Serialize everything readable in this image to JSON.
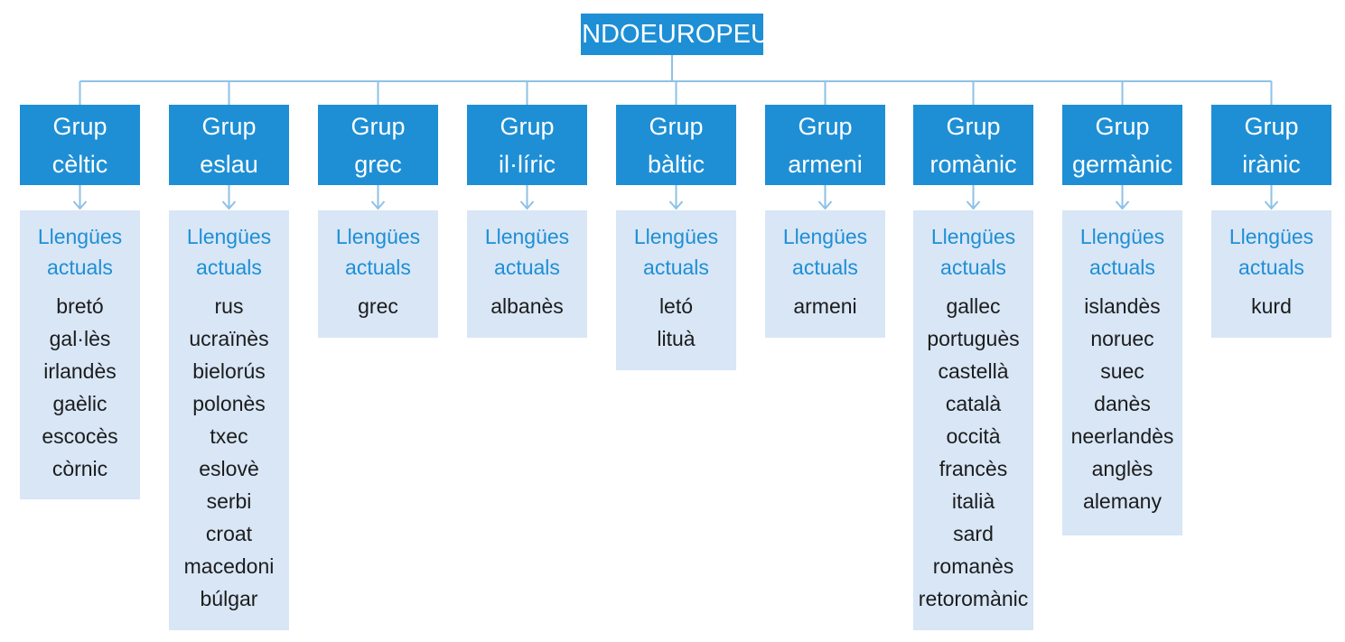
{
  "root": {
    "label": "INDOEUROPEU"
  },
  "colors": {
    "accent": "#1e8fd5",
    "box_fill": "#d8e6f6",
    "text": "#1c1c1c"
  },
  "groups": [
    {
      "id": "celtic",
      "line1": "Grup",
      "line2": "cèltic",
      "heading1": "Llengües",
      "heading2": "actuals",
      "languages": [
        "bretó",
        "gal·lès",
        "irlandès",
        "gaèlic",
        "escocès",
        "còrnic"
      ]
    },
    {
      "id": "eslau",
      "line1": "Grup",
      "line2": "eslau",
      "heading1": "Llengües",
      "heading2": "actuals",
      "languages": [
        "rus",
        "ucraïnès",
        "bielorús",
        "polonès",
        "txec",
        "eslovè",
        "serbi",
        "croat",
        "macedoni",
        "búlgar"
      ]
    },
    {
      "id": "grec",
      "line1": "Grup",
      "line2": "grec",
      "heading1": "Llengües",
      "heading2": "actuals",
      "languages": [
        "grec"
      ]
    },
    {
      "id": "iliric",
      "line1": "Grup",
      "line2": "il·líric",
      "heading1": "Llengües",
      "heading2": "actuals",
      "languages": [
        "albanès"
      ]
    },
    {
      "id": "baltic",
      "line1": "Grup",
      "line2": "bàltic",
      "heading1": "Llengües",
      "heading2": "actuals",
      "languages": [
        "letó",
        "lituà"
      ]
    },
    {
      "id": "armeni",
      "line1": "Grup",
      "line2": "armeni",
      "heading1": "Llengües",
      "heading2": "actuals",
      "languages": [
        "armeni"
      ]
    },
    {
      "id": "romanic",
      "line1": "Grup",
      "line2": "romànic",
      "heading1": "Llengües",
      "heading2": "actuals",
      "languages": [
        "gallec",
        "portuguès",
        "castellà",
        "català",
        "occità",
        "francès",
        "italià",
        "sard",
        "romanès",
        "retoromànic"
      ]
    },
    {
      "id": "germanic",
      "line1": "Grup",
      "line2": "germànic",
      "heading1": "Llengües",
      "heading2": "actuals",
      "languages": [
        "islandès",
        "noruec",
        "suec",
        "danès",
        "neerlandès",
        "anglès",
        "alemany"
      ]
    },
    {
      "id": "iranic",
      "line1": "Grup",
      "line2": "irànic",
      "heading1": "Llengües",
      "heading2": "actuals",
      "languages": [
        "kurd"
      ]
    }
  ]
}
